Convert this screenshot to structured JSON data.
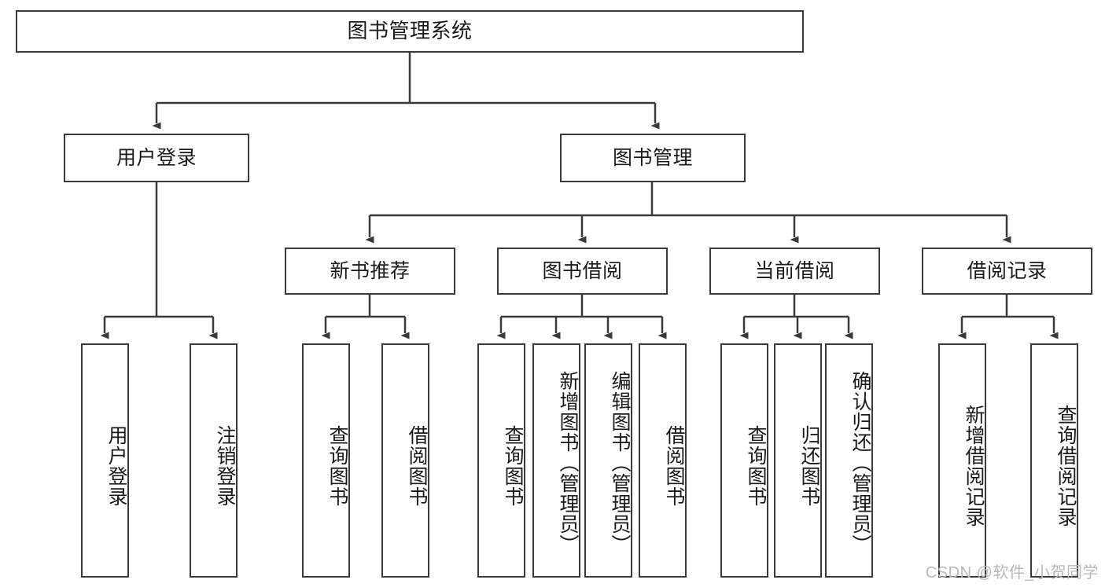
{
  "diagram": {
    "type": "tree-hierarchy-flowchart",
    "title": "图书管理系统",
    "orientation": "top-down",
    "colors": {
      "stroke": "#3a3a3a",
      "fill": "#ffffff",
      "text": "#1a1a1a",
      "watermark": "#b9b9b9"
    }
  },
  "root": {
    "label": "图书管理系统"
  },
  "level2": [
    {
      "label": "用户登录"
    },
    {
      "label": "图书管理"
    }
  ],
  "level3": [
    {
      "label": "新书推荐"
    },
    {
      "label": "图书借阅"
    },
    {
      "label": "当前借阅"
    },
    {
      "label": "借阅记录"
    }
  ],
  "leaves": {
    "user_login": [
      {
        "label": "用户登录"
      },
      {
        "label": "注销登录"
      }
    ],
    "new_book_recommend": [
      {
        "label": "查询图书"
      },
      {
        "label": "借阅图书"
      }
    ],
    "book_borrow": [
      {
        "label": "查询图书"
      },
      {
        "label": "新增图书（管理员）"
      },
      {
        "label": "编辑图书（管理员）"
      },
      {
        "label": "借阅图书"
      }
    ],
    "current_borrow": [
      {
        "label": "查询图书"
      },
      {
        "label": "归还图书"
      },
      {
        "label": "确认归还（管理员）"
      }
    ],
    "borrow_record": [
      {
        "label": "新增借阅记录"
      },
      {
        "label": "查询借阅记录"
      }
    ]
  },
  "watermark": {
    "text": "CSDN @软件_小贺同学"
  }
}
